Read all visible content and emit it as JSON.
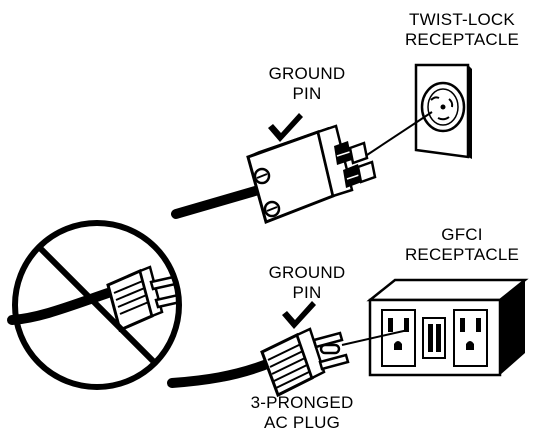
{
  "labels": {
    "twist_lock_receptacle": [
      "TWIST-LOCK",
      "RECEPTACLE"
    ],
    "ground_pin_top": [
      "GROUND",
      "PIN"
    ],
    "gfci_receptacle": [
      "GFCI",
      "RECEPTACLE"
    ],
    "ground_pin_bottom": [
      "GROUND",
      "PIN"
    ],
    "three_pronged_ac_plug": [
      "3-PRONGED",
      "AC PLUG"
    ]
  },
  "icons": {
    "checkmarks": [
      "checkmark-icon",
      "checkmark-icon"
    ],
    "prohibited": "prohibited-icon"
  },
  "colors": {
    "ink": "#000000",
    "paper": "#ffffff"
  }
}
